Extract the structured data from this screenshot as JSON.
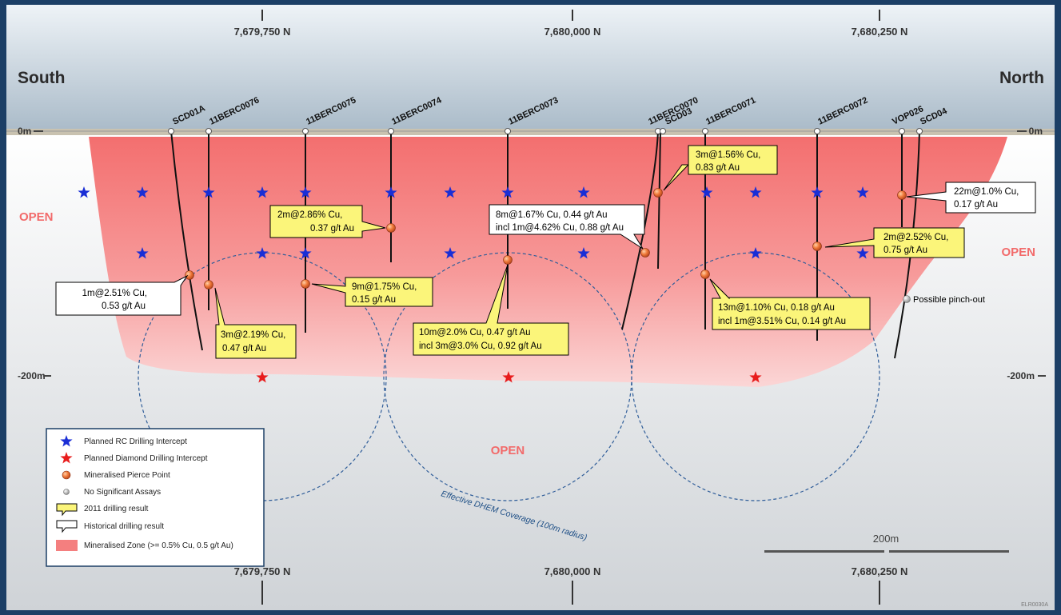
{
  "north_ticks": [
    "7,679,750 N",
    "7,680,000 N",
    "7,680,250 N"
  ],
  "direction": {
    "left": "South",
    "right": "North"
  },
  "depth": {
    "top": "0m",
    "bottom": "-200m"
  },
  "open_labels": {
    "left": "OPEN",
    "right": "OPEN",
    "bottom": "OPEN"
  },
  "holes": [
    "SCD01A",
    "11BERC0076",
    "11BERC0075",
    "11BERC0074",
    "11BERC0073",
    "11BERC0070",
    "SCD03",
    "11BERC0071",
    "11BERC0072",
    "VOP026",
    "SCD04"
  ],
  "callouts": {
    "c1": [
      "1m@2.51% Cu,",
      "0.53 g/t Au"
    ],
    "c2": [
      "3m@2.19% Cu,",
      "0.47 g/t Au"
    ],
    "c3": [
      "2m@2.86% Cu,",
      "0.37 g/t Au"
    ],
    "c4": [
      "9m@1.75% Cu,",
      "0.15 g/t Au"
    ],
    "c5": [
      "10m@2.0% Cu, 0.47 g/t Au",
      "incl 3m@3.0% Cu, 0.92 g/t Au"
    ],
    "c6": [
      "8m@1.67% Cu, 0.44 g/t Au",
      "incl 1m@4.62% Cu, 0.88 g/t Au"
    ],
    "c7": [
      "3m@1.56% Cu,",
      "0.83 g/t Au"
    ],
    "c8": [
      "13m@1.10% Cu, 0.18 g/t Au",
      "incl 1m@3.51% Cu, 0.14 g/t Au"
    ],
    "c9": [
      "2m@2.52% Cu,",
      "0.75 g/t Au"
    ],
    "c10": [
      "22m@1.0% Cu,",
      "0.17 g/t Au"
    ]
  },
  "pinch_label": "Possible pinch-out",
  "coverage_label": "Effective DHEM Coverage (100m radius)",
  "legend": [
    "Planned RC Drilling Intercept",
    "Planned Diamond Drilling Intercept",
    "Mineralised Pierce Point",
    "No Significant Assays",
    "2011 drilling result",
    "Historical drilling result",
    "Mineralised Zone (>= 0.5% Cu, 0.5 g/t Au)"
  ],
  "scale_label": "200m",
  "ref_code": "ELR0030A",
  "colors": {
    "frame": "#1c3f66",
    "zone": "#f47f7f",
    "rc_star": "#1a2ed6",
    "dd_star": "#e81c1c",
    "pierce": "#f07a3a",
    "callout_2011": "#fbf57a",
    "coverage": "#2f5d99"
  }
}
